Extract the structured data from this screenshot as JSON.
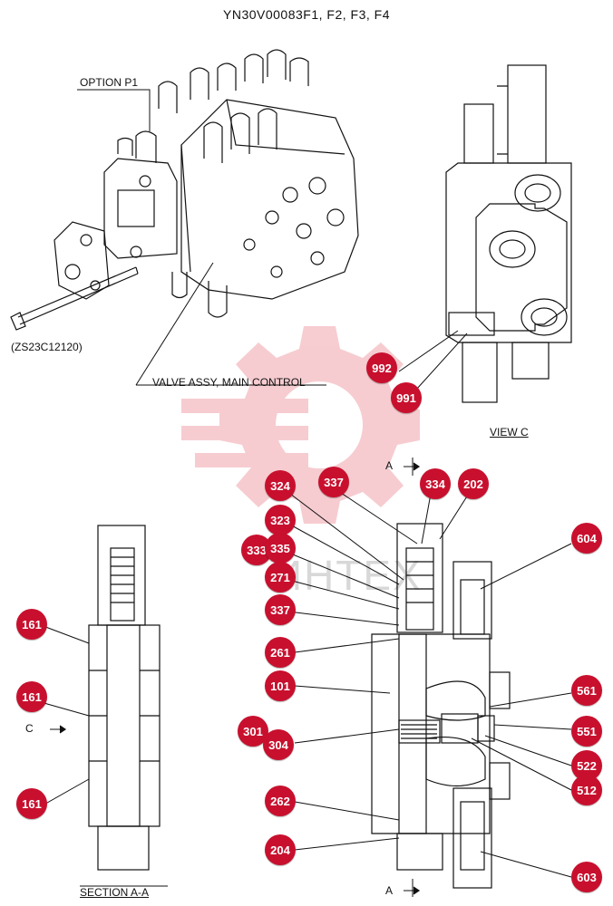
{
  "title": "YN30V00083F1, F2, F3, F4",
  "labels": {
    "option": "OPTION  P1",
    "bolt": "(ZS23C12120)",
    "valve_assy": "VALVE ASSY, MAIN CONTROL",
    "view_c": "VIEW   C",
    "section": "SECTION   A-A",
    "arrow_a_top": "A",
    "arrow_a_bottom": "A",
    "arrow_c": "C"
  },
  "watermark": "ИНТЕХ",
  "colors": {
    "badge": "#c8102e",
    "line": "#111111",
    "watermark": "#f3b3b3"
  },
  "parts": [
    "992",
    "991",
    "324",
    "337",
    "334",
    "202",
    "604",
    "323",
    "333",
    "335",
    "271",
    "337",
    "261",
    "101",
    "561",
    "301",
    "304",
    "551",
    "522",
    "512",
    "262",
    "204",
    "603",
    "161",
    "161",
    "161"
  ]
}
